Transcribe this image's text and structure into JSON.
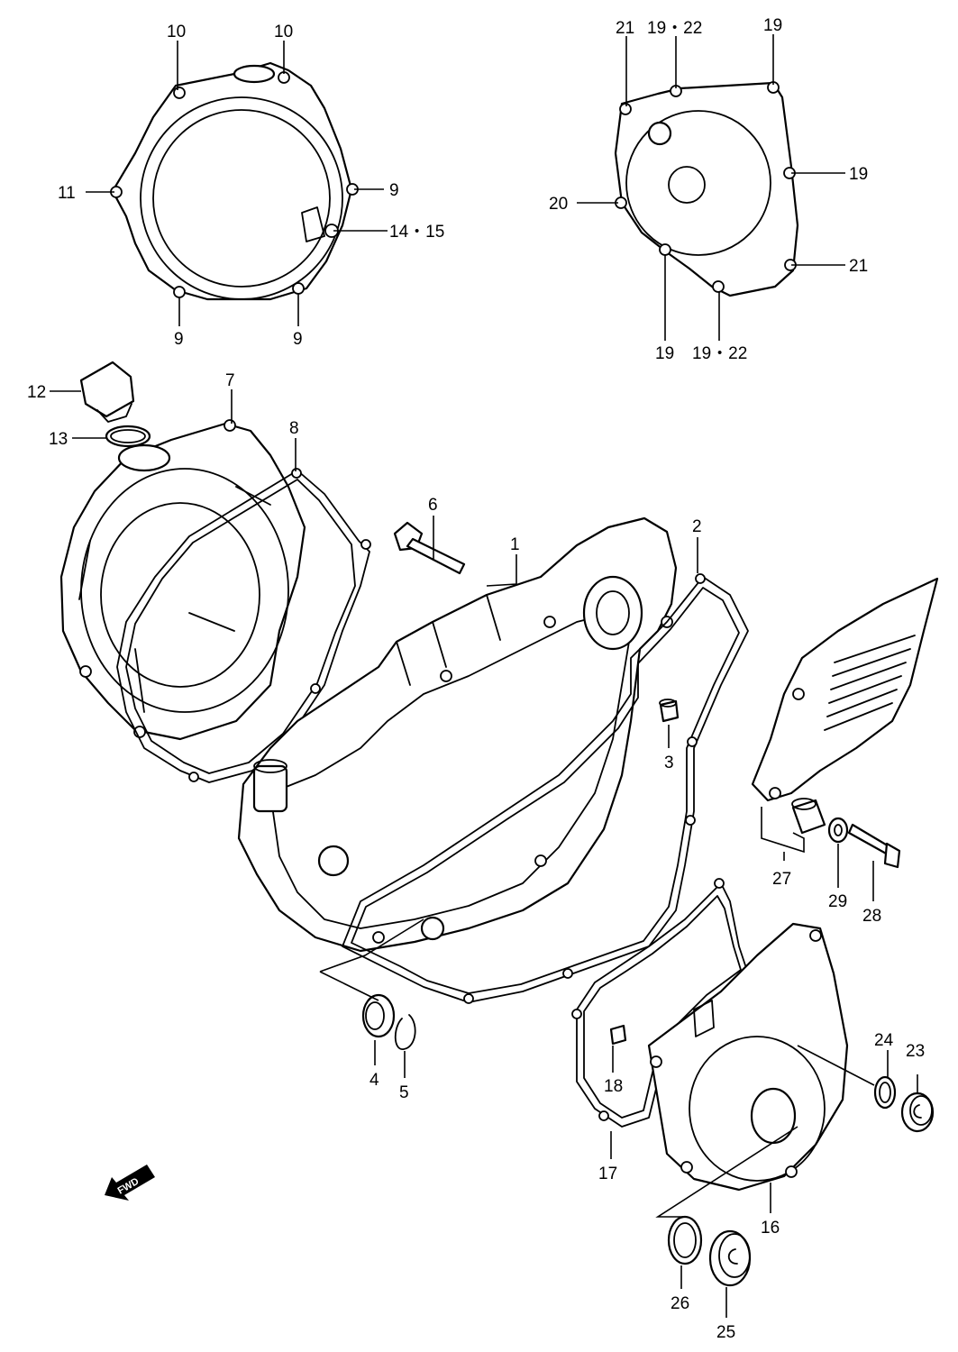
{
  "diagram": {
    "fwd_label": "FWD",
    "callouts": [
      {
        "id": "c1",
        "text": "1"
      },
      {
        "id": "c2",
        "text": "2"
      },
      {
        "id": "c3",
        "text": "3"
      },
      {
        "id": "c4",
        "text": "4"
      },
      {
        "id": "c5",
        "text": "5"
      },
      {
        "id": "c6",
        "text": "6"
      },
      {
        "id": "c7",
        "text": "7"
      },
      {
        "id": "c8",
        "text": "8"
      },
      {
        "id": "c9a",
        "text": "9"
      },
      {
        "id": "c9b",
        "text": "9"
      },
      {
        "id": "c9c",
        "text": "9"
      },
      {
        "id": "c10a",
        "text": "10"
      },
      {
        "id": "c10b",
        "text": "10"
      },
      {
        "id": "c11",
        "text": "11"
      },
      {
        "id": "c12",
        "text": "12"
      },
      {
        "id": "c13",
        "text": "13"
      },
      {
        "id": "c14",
        "text": "14・15"
      },
      {
        "id": "c16",
        "text": "16"
      },
      {
        "id": "c17",
        "text": "17"
      },
      {
        "id": "c18",
        "text": "18"
      },
      {
        "id": "c19a",
        "text": "19"
      },
      {
        "id": "c19b",
        "text": "19"
      },
      {
        "id": "c19c",
        "text": "19"
      },
      {
        "id": "c1922a",
        "text": "19・22"
      },
      {
        "id": "c1922b",
        "text": "19・22"
      },
      {
        "id": "c20",
        "text": "20"
      },
      {
        "id": "c21a",
        "text": "21"
      },
      {
        "id": "c21b",
        "text": "21"
      },
      {
        "id": "c23",
        "text": "23"
      },
      {
        "id": "c24",
        "text": "24"
      },
      {
        "id": "c25",
        "text": "25"
      },
      {
        "id": "c26",
        "text": "26"
      },
      {
        "id": "c27",
        "text": "27"
      },
      {
        "id": "c28",
        "text": "28"
      },
      {
        "id": "c29",
        "text": "29"
      }
    ]
  }
}
